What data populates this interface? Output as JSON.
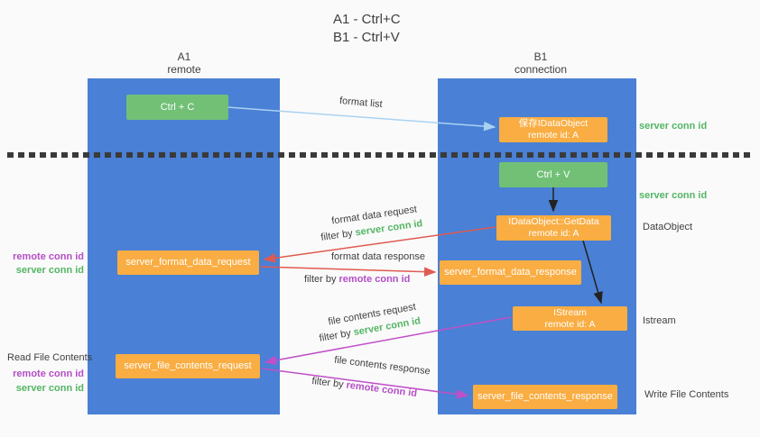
{
  "title": {
    "line1": "A1 - Ctrl+C",
    "line2": "B1 - Ctrl+V"
  },
  "lanes": {
    "left": {
      "title": "A1",
      "subtitle": "remote"
    },
    "right": {
      "title": "B1",
      "subtitle": "connection"
    }
  },
  "nodes": {
    "ctrl_c": {
      "label": "Ctrl + C"
    },
    "save_idataobject": {
      "line1": "保存IDataObject",
      "line2": "remote id: A"
    },
    "ctrl_v": {
      "label": "Ctrl + V"
    },
    "getdata": {
      "line1": "IDataObject::GetData",
      "line2": "remote id: A"
    },
    "format_request": {
      "label": "server_format_data_request"
    },
    "format_response": {
      "label": "server_format_data_response"
    },
    "istream": {
      "line1": "IStream",
      "line2": "remote id: A"
    },
    "file_request": {
      "label": "server_file_contents_request"
    },
    "file_response": {
      "label": "server_file_contents_response"
    }
  },
  "edge_labels": {
    "format_list": "format list",
    "format_data_request": "format data request",
    "format_data_response": "format data response",
    "file_contents_request": "file contents request",
    "file_contents_response": "file contents response",
    "filter_by": "filter by ",
    "server_conn_id": "server conn id",
    "remote_conn_id": "remote conn id"
  },
  "annotations": {
    "server_conn_id_top": "server conn id",
    "server_conn_id_mid": "server conn id",
    "dataobject": "DataObject",
    "istream": "Istream",
    "write_file_contents": "Write File Contents",
    "read_file_contents": "Read File Contents",
    "remote_conn_id": "remote conn id",
    "server_conn_id": "server conn id"
  },
  "colors": {
    "background": "#fafafa",
    "lane_blue": "#4a80d5",
    "node_green": "#71c076",
    "node_orange": "#f9ad42",
    "arrow_blue": "#a9d2f2",
    "arrow_red": "#e05a50",
    "arrow_magenta": "#c050c8",
    "arrow_black": "#222222",
    "text_green": "#53b563",
    "text_purple": "#b44ec6",
    "text_dark": "#3f3f3f"
  }
}
